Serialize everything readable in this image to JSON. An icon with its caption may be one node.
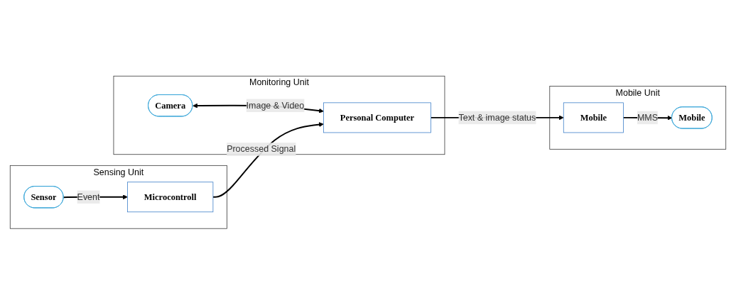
{
  "diagram": {
    "nodes": [
      {
        "text": [
          "Sensing Unit"
        ]
      },
      {
        "text": [
          "Sensor"
        ],
        "in": 0
      },
      {
        "text": [
          "Microcontroll"
        ],
        "in": 0
      },
      {
        "text": [
          "Monitoring Unit"
        ]
      },
      {
        "text": [
          "Camera"
        ],
        "in": 3
      },
      {
        "text": [
          "Personal Computer"
        ],
        "in": 3
      },
      {
        "text": [
          "Mobile Unit"
        ]
      },
      {
        "text": [
          "Mobile"
        ],
        "in": 6
      },
      {
        "text": [
          "Mobile"
        ],
        "in": 6
      }
    ],
    "edges": [
      {
        "from": 1,
        "to": 2,
        "arrow": "to",
        "label": "Event"
      },
      {
        "from": 4,
        "to": 5,
        "arrow": "both",
        "label": "Image & Video"
      },
      {
        "from": 2,
        "to": 5,
        "arrow": "to",
        "label": "Processed Signal"
      },
      {
        "from": 5,
        "to": 8,
        "arrow": "to",
        "label": "Text & image status"
      },
      {
        "from": 8,
        "to": 7,
        "arrow": "to",
        "label": "MMS"
      }
    ]
  }
}
